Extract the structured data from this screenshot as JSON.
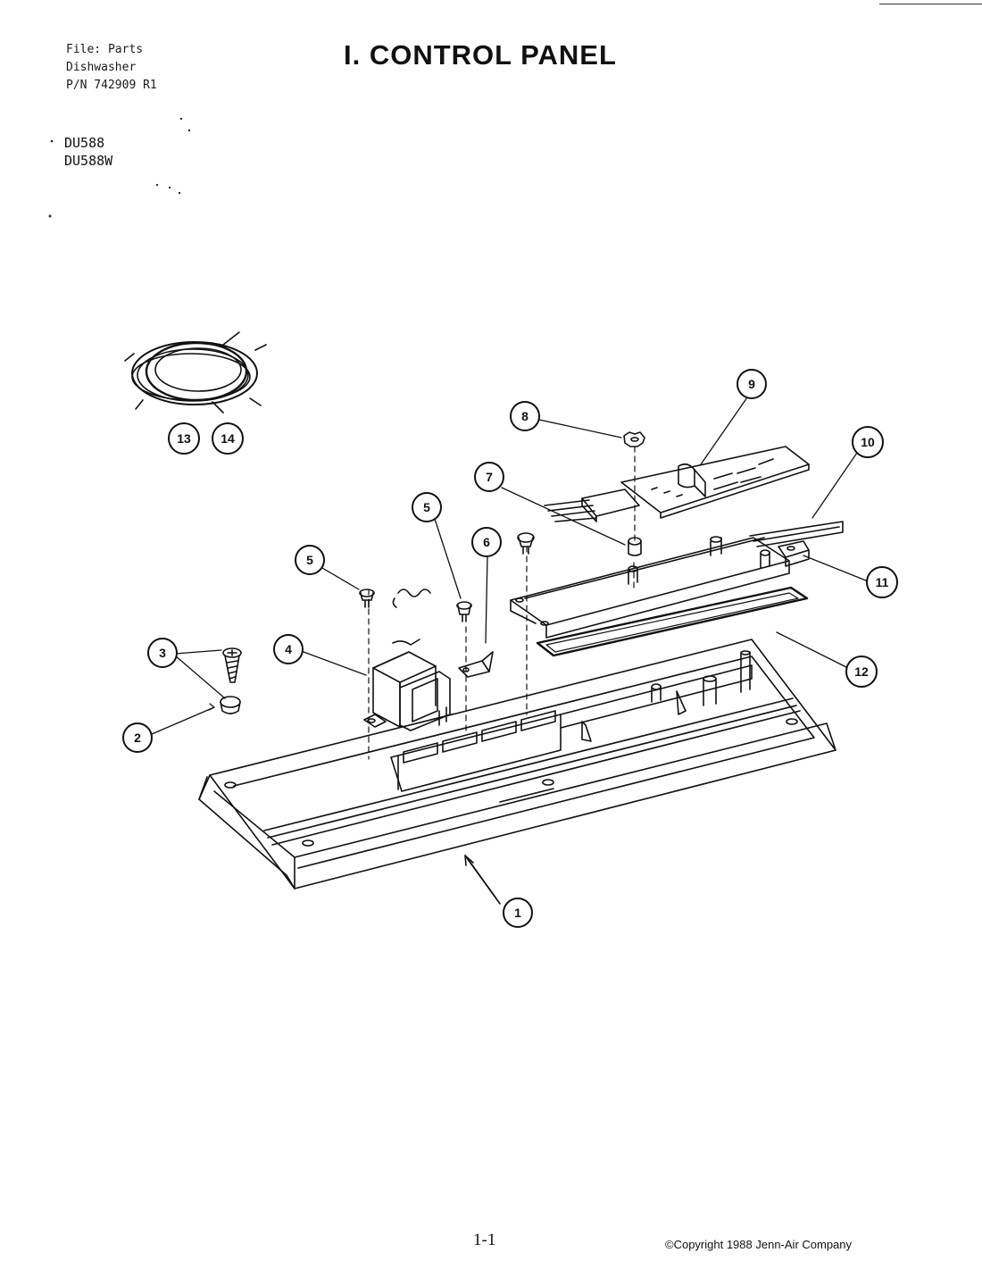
{
  "header": {
    "file_line": "File: Parts",
    "product_line": "Dishwasher",
    "part_number_line": "P/N 742909 R1"
  },
  "models": [
    "DU588",
    "DU588W"
  ],
  "title": "I. CONTROL PANEL",
  "callouts": [
    "1",
    "2",
    "3",
    "4",
    "5",
    "5",
    "6",
    "7",
    "8",
    "9",
    "10",
    "11",
    "12",
    "13",
    "14"
  ],
  "footer": {
    "page_number": "1-1",
    "copyright": "©Copyright 1988 Jenn-Air Company"
  }
}
